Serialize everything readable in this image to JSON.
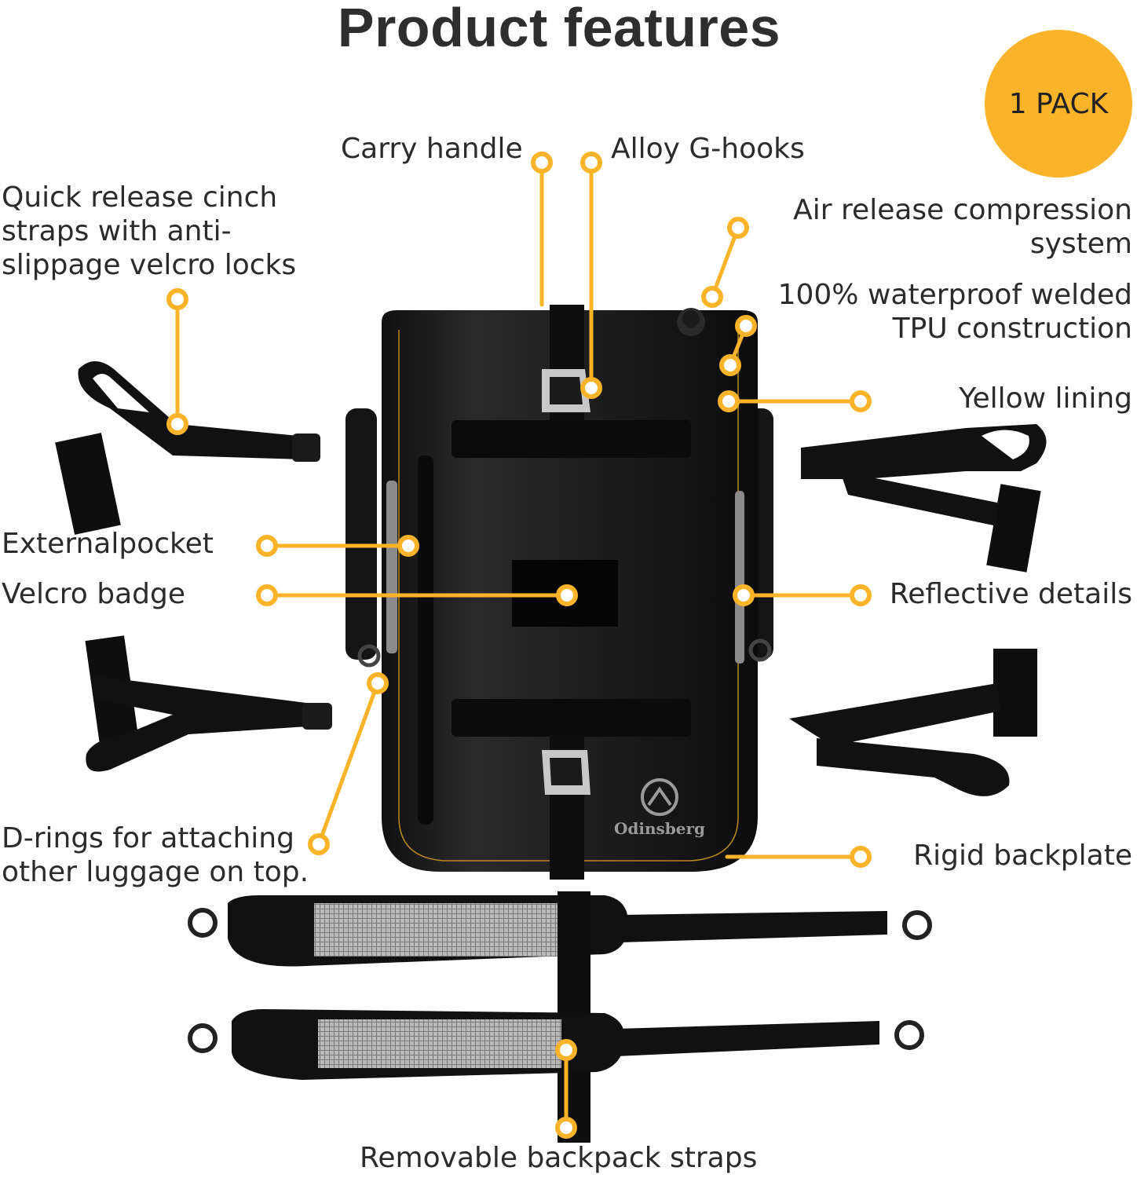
{
  "title": "Product features",
  "badge": "1 PACK",
  "brand": "Odinsberg",
  "accent_color": "#fbb42a",
  "labels": {
    "carry_handle": "Carry handle",
    "alloy_g_hooks": "Alloy G-hooks",
    "cinch_straps": "Quick release cinch\nstraps with anti-\nslippage velcro locks",
    "air_release": "Air release compression\nsystem",
    "waterproof": "100% waterproof welded\nTPU construction",
    "yellow_lining": "Yellow lining",
    "external_pocket": "Externalpocket",
    "velcro_badge": "Velcro badge",
    "reflective": "Reflective details",
    "d_rings": "D-rings for attaching\nother luggage on top.",
    "backplate": "Rigid backplate",
    "backpack_straps": "Removable backpack straps"
  }
}
